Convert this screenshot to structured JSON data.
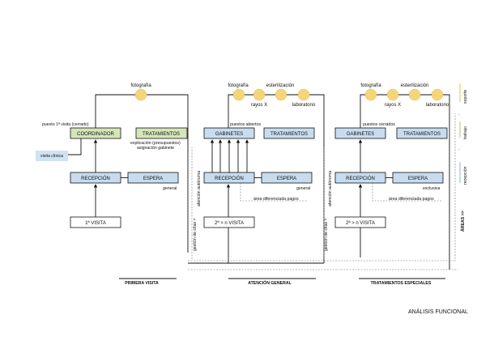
{
  "colors": {
    "green": "#d4e6b8",
    "blue": "#c7dcef",
    "lightblue": "#cfe3f5",
    "yellow": "#f5d57a"
  },
  "col1": {
    "foto": "fotografía",
    "puesto": "puesto 1ª visita (cerrado)",
    "coordinador": "COORDINADOR",
    "tratamientos": "TRATAMIENTOS",
    "expl1": "explicación (presupuestos)",
    "expl2": "asignación gabinete",
    "visita_clinica": "visita clínica",
    "recepcion": "RECEPCIÓN",
    "espera": "ESPERA",
    "general": "general",
    "visita": "1ª VISITA",
    "footer": "PRIMERA VISITA"
  },
  "col2": {
    "foto": "fotografía",
    "ester": "esterilización",
    "rayos": "rayos X",
    "lab": "laboratorio",
    "puestos": "puestos abiertos",
    "gabinetes": "GABINETES",
    "tratamientos": "TRATAMIENTOS",
    "gestion1": "gestión de citas >",
    "gestion2": "atención autónoma",
    "recepcion": "RECEPCIÓN",
    "espera": "ESPERA",
    "general": "general",
    "area": "área diferenciada pagos",
    "visita": "2ª > n VISITA",
    "footer": "ATENCIÓN GENERAL"
  },
  "col3": {
    "foto": "fotografía",
    "ester": "esterilización",
    "rayos": "rayos X",
    "lab": "laboratorio",
    "puestos": "puestos cerrados",
    "gabinetes": "GABINETES",
    "tratamientos": "TRATAMIENTOS",
    "gestion1": "gestión de citas >",
    "gestion2": "atención autónoma",
    "recepcion": "RECEPCIÓN",
    "espera": "ESPERA",
    "exclusiva": "exclusiva",
    "area": "área diferenciada pagos",
    "visita": "2ª > n VISITA",
    "footer": "TRATAMIENTOS ESPECIALES"
  },
  "legend": {
    "soporte": "soporte",
    "trabajo": "trabajo",
    "recepcion": "recepción",
    "areas": "ÁREAS >>"
  },
  "title": "ANÁLISIS FUNCIONAL"
}
